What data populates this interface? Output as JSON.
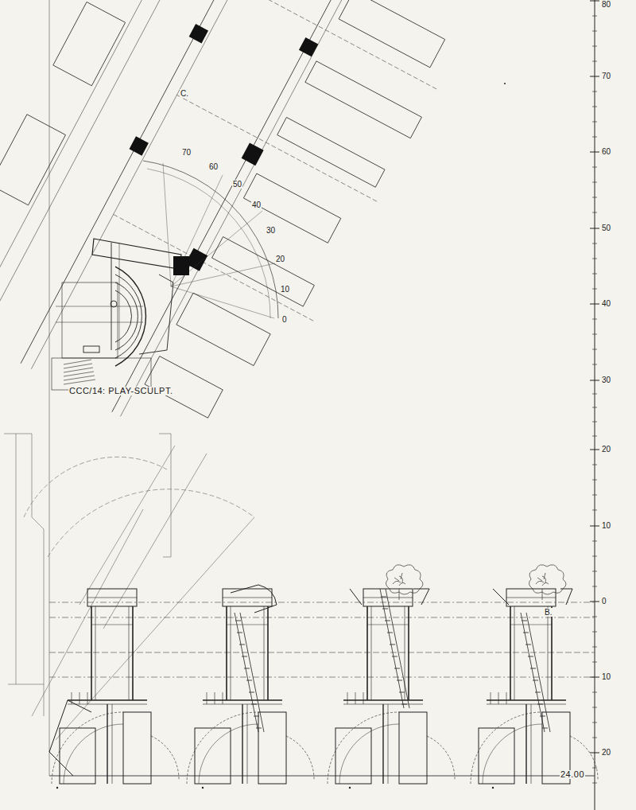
{
  "diagram": {
    "labels": [
      "C.",
      "CCC/14: PLAY-SCULPT.",
      "70",
      "60",
      "50",
      "40",
      "30",
      "20",
      "10",
      "0",
      "80",
      "70",
      "60",
      "50",
      "40",
      "30",
      "20",
      "10",
      "0",
      "10",
      "20",
      "B.",
      "24.00"
    ]
  }
}
